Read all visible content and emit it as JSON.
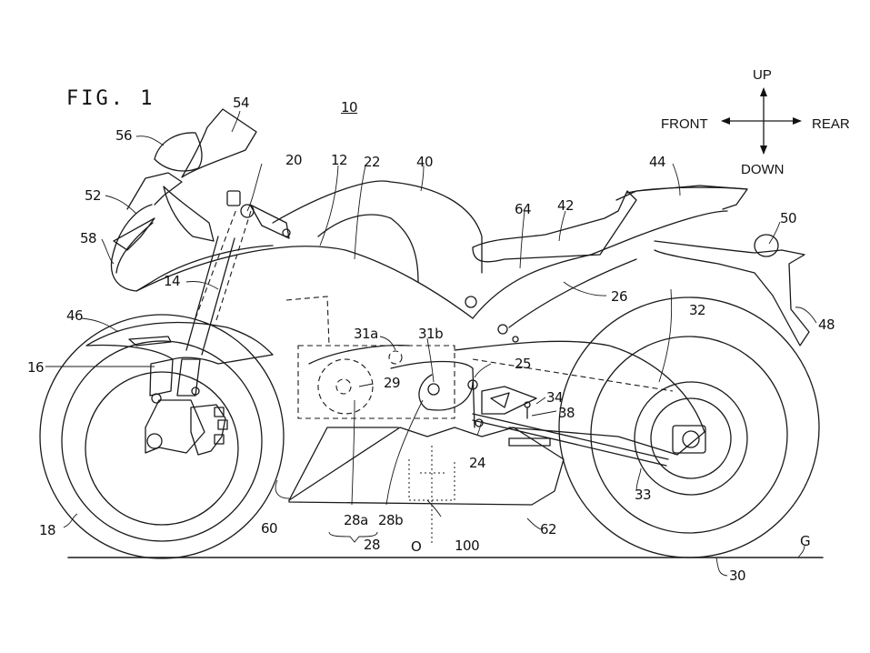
{
  "figure": {
    "title": "FIG. 1",
    "reference_number": "10",
    "subject": "motorcycle side view"
  },
  "orientation": {
    "up": "UP",
    "down": "DOWN",
    "front": "FRONT",
    "rear": "REAR"
  },
  "ground_label": "G",
  "reference_labels": [
    {
      "id": "12",
      "text": "12"
    },
    {
      "id": "14",
      "text": "14"
    },
    {
      "id": "16",
      "text": "16"
    },
    {
      "id": "18",
      "text": "18"
    },
    {
      "id": "20",
      "text": "20"
    },
    {
      "id": "22",
      "text": "22"
    },
    {
      "id": "24",
      "text": "24"
    },
    {
      "id": "25",
      "text": "25"
    },
    {
      "id": "26",
      "text": "26"
    },
    {
      "id": "28",
      "text": "28"
    },
    {
      "id": "28a",
      "text": "28a"
    },
    {
      "id": "28b",
      "text": "28b"
    },
    {
      "id": "29",
      "text": "29"
    },
    {
      "id": "30",
      "text": "30"
    },
    {
      "id": "31a",
      "text": "31a"
    },
    {
      "id": "31b",
      "text": "31b"
    },
    {
      "id": "32",
      "text": "32"
    },
    {
      "id": "33",
      "text": "33"
    },
    {
      "id": "34",
      "text": "34"
    },
    {
      "id": "38",
      "text": "38"
    },
    {
      "id": "40",
      "text": "40"
    },
    {
      "id": "42",
      "text": "42"
    },
    {
      "id": "44",
      "text": "44"
    },
    {
      "id": "46",
      "text": "46"
    },
    {
      "id": "48",
      "text": "48"
    },
    {
      "id": "50",
      "text": "50"
    },
    {
      "id": "52",
      "text": "52"
    },
    {
      "id": "54",
      "text": "54"
    },
    {
      "id": "56",
      "text": "56"
    },
    {
      "id": "58",
      "text": "58"
    },
    {
      "id": "60",
      "text": "60"
    },
    {
      "id": "62",
      "text": "62"
    },
    {
      "id": "64",
      "text": "64"
    },
    {
      "id": "100",
      "text": "100"
    },
    {
      "id": "O",
      "text": "O"
    }
  ]
}
